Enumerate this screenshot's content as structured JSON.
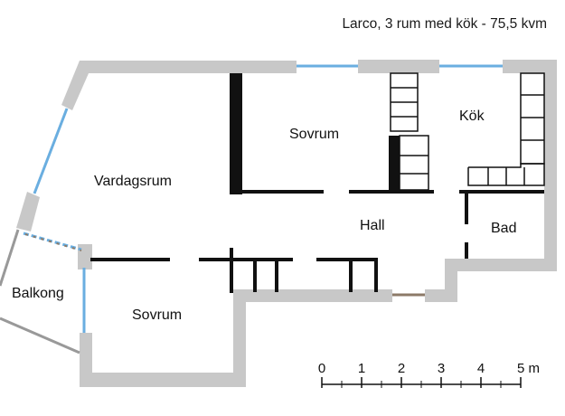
{
  "title": "Larco, 3 rum med kök - 75,5 kvm",
  "rooms": {
    "vardagsrum": "Vardagsrum",
    "sovrum_top": "Sovrum",
    "kok": "Kök",
    "hall": "Hall",
    "bad": "Bad",
    "balkong": "Balkong",
    "sovrum_bottom": "Sovrum"
  },
  "scale": {
    "ticks": [
      "0",
      "1",
      "2",
      "3",
      "4",
      "5 m"
    ]
  },
  "colors": {
    "wall": "#c8c8c8",
    "partition": "#111111",
    "window": "#6aaee0",
    "door": "#8c7a68",
    "balcony_rail": "#999999"
  }
}
